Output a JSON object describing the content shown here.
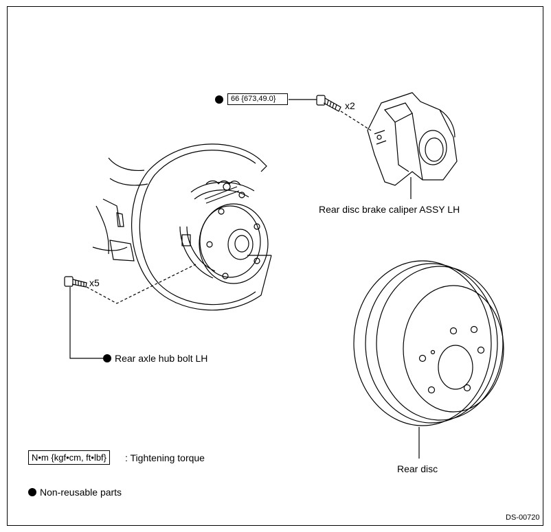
{
  "labels": {
    "torque_value": "66 {673,49.0}",
    "caliper_bolt_qty": "x2",
    "caliper": "Rear disc brake caliper ASSY LH",
    "hub_bolt_qty": "x5",
    "hub_bolt": "Rear axle hub bolt LH",
    "rear_disc": "Rear disc"
  },
  "legend": {
    "torque_unit": "N•m {kgf•cm, ft•lbf}",
    "torque_text": ": Tightening torque",
    "non_reusable": "Non-reusable parts"
  },
  "figure_id": "DS-00720",
  "icons": {
    "non_reusable_marker": "filled-circle-icon"
  }
}
